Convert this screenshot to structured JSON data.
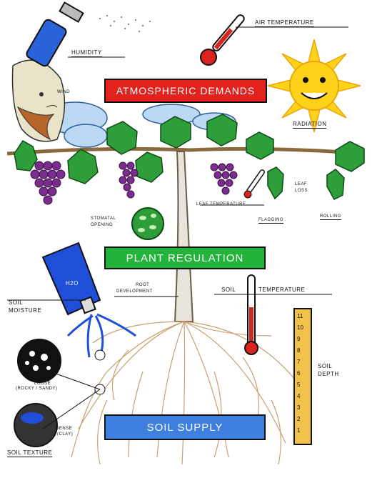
{
  "boxes": {
    "atmospheric": "Atmospheric Demands",
    "plant": "Plant Regulation",
    "soil": "Soil Supply"
  },
  "labels": {
    "humidity": "Humidity",
    "air_temperature": "Air Temperature",
    "wind": "Wind",
    "radiation": "Radiation",
    "leaf_temperature": "Leaf Temperature",
    "leaf_loss_1": "Leaf",
    "leaf_loss_2": "Loss",
    "flagging": "Flagging",
    "rolling": "Rolling",
    "stomatal_1": "Stomatal",
    "stomatal_2": "Opening",
    "root_1": "Root",
    "root_2": "Development",
    "soil_temperature_1": "Soil",
    "soil_temperature_2": "Temperature",
    "soil_moisture_1": "Soil",
    "soil_moisture_2": "Moisture",
    "soil_depth_1": "Soil",
    "soil_depth_2": "Depth",
    "loose_1": "Loose",
    "loose_2": "(Rocky / Sandy)",
    "dense_1": "Dense",
    "dense_2": "(Clay)",
    "soil_texture": "Soil Texture",
    "h2o": "H2O"
  },
  "depth_scale": [
    "11",
    "10",
    "9",
    "8",
    "7",
    "6",
    "5",
    "4",
    "3",
    "2",
    "1"
  ],
  "colors": {
    "atmospheric": "#e3211d",
    "plant": "#22b33a",
    "soil": "#3f7fe0",
    "leaf": "#2e9e3a",
    "grape": "#7b2d8e",
    "sun": "#ffd21a",
    "water": "#1f4fd8",
    "root": "#c8a070",
    "ruler": "#f2c24b"
  }
}
